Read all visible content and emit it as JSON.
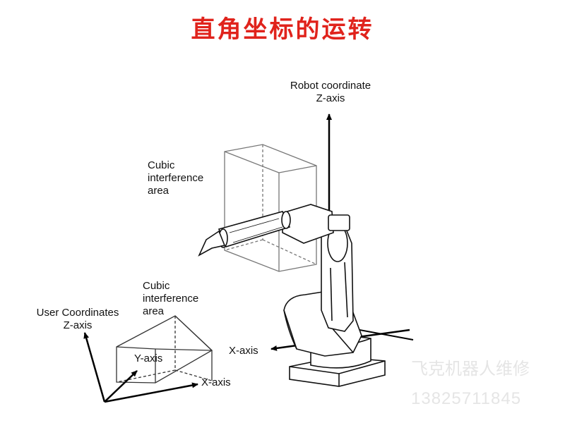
{
  "title": "直角坐标的运转",
  "labels": {
    "robot_z_line1": "Robot coordinate",
    "robot_z_line2": "Z-axis",
    "cubic_upper_line1": "Cubic",
    "cubic_upper_line2": "interference",
    "cubic_upper_line3": "area",
    "cubic_lower_line1": "Cubic",
    "cubic_lower_line2": "interference",
    "cubic_lower_line3": "area",
    "user_z_line1": "User Coordinates",
    "user_z_line2": "Z-axis",
    "robot_x": "X-axis",
    "user_y": "Y-axis",
    "user_x": "X-axis"
  },
  "watermark": {
    "name": "飞克机器人维修",
    "phone": "13825711845"
  }
}
